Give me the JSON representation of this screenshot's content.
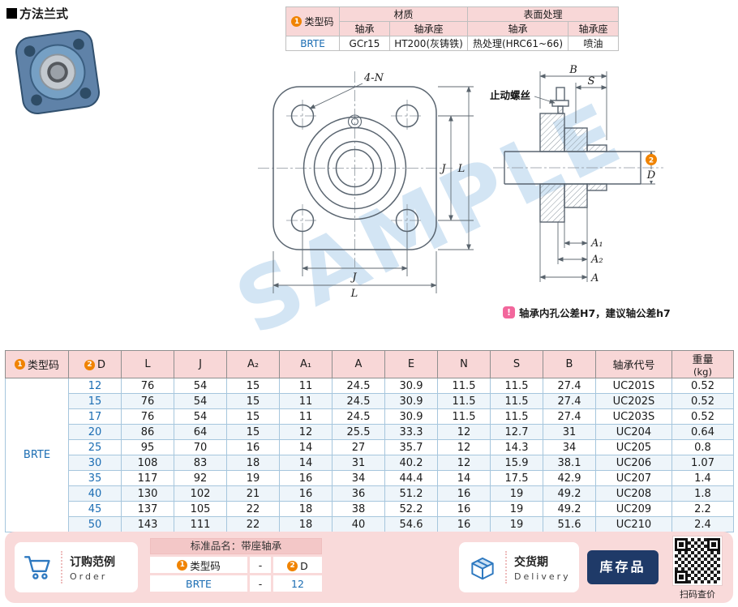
{
  "header": {
    "title": "方法兰式"
  },
  "spec_table": {
    "badge1": "1",
    "type_code_label": "类型码",
    "material_label": "材质",
    "surface_label": "表面处理",
    "material_bearing_label": "轴承",
    "material_housing_label": "轴承座",
    "surface_bearing_label": "轴承",
    "surface_housing_label": "轴承座",
    "type_code": "BRTE",
    "bearing_material": "GCr15",
    "housing_material": "HT200(灰铸铁)",
    "bearing_surface": "热处理(HRC61~66)",
    "housing_surface": "喷油"
  },
  "drawing": {
    "front": {
      "holes_label": "4-N",
      "j_label": "J",
      "l_label": "L",
      "j_bottom_label": "J",
      "l_bottom_label": "L"
    },
    "side": {
      "set_screw_label": "止动螺丝",
      "b_label": "B",
      "s_label": "S",
      "d_badge": "2",
      "d_label": "D",
      "a1_label": "A₁",
      "a2_label": "A₂",
      "a_label": "A"
    },
    "note": "轴承内孔公差H7，建议轴公差h7",
    "watermark": "SAMPLE"
  },
  "size_table": {
    "badge1": "1",
    "badge2": "2",
    "headers": {
      "type_code": "类型码",
      "d": "D",
      "l": "L",
      "j": "J",
      "a2": "A₂",
      "a1": "A₁",
      "a": "A",
      "e": "E",
      "n": "N",
      "s": "S",
      "b": "B",
      "bearing_code": "轴承代号",
      "weight": "重量",
      "weight_unit": "(kg)"
    },
    "type_code": "BRTE",
    "rows": [
      [
        "12",
        "76",
        "54",
        "15",
        "11",
        "24.5",
        "30.9",
        "11.5",
        "11.5",
        "27.4",
        "UC201S",
        "0.52"
      ],
      [
        "15",
        "76",
        "54",
        "15",
        "11",
        "24.5",
        "30.9",
        "11.5",
        "11.5",
        "27.4",
        "UC202S",
        "0.52"
      ],
      [
        "17",
        "76",
        "54",
        "15",
        "11",
        "24.5",
        "30.9",
        "11.5",
        "11.5",
        "27.4",
        "UC203S",
        "0.52"
      ],
      [
        "20",
        "86",
        "64",
        "15",
        "12",
        "25.5",
        "33.3",
        "12",
        "12.7",
        "31",
        "UC204",
        "0.64"
      ],
      [
        "25",
        "95",
        "70",
        "16",
        "14",
        "27",
        "35.7",
        "12",
        "14.3",
        "34",
        "UC205",
        "0.8"
      ],
      [
        "30",
        "108",
        "83",
        "18",
        "14",
        "31",
        "40.2",
        "12",
        "15.9",
        "38.1",
        "UC206",
        "1.07"
      ],
      [
        "35",
        "117",
        "92",
        "19",
        "16",
        "34",
        "44.4",
        "14",
        "17.5",
        "42.9",
        "UC207",
        "1.4"
      ],
      [
        "40",
        "130",
        "102",
        "21",
        "16",
        "36",
        "51.2",
        "16",
        "19",
        "49.2",
        "UC208",
        "1.8"
      ],
      [
        "45",
        "137",
        "105",
        "22",
        "18",
        "38",
        "52.2",
        "16",
        "19",
        "49.2",
        "UC209",
        "2.2"
      ],
      [
        "50",
        "143",
        "111",
        "22",
        "18",
        "40",
        "54.6",
        "16",
        "19",
        "51.6",
        "UC210",
        "2.4"
      ]
    ]
  },
  "footer": {
    "order_cn": "订购范例",
    "order_en": "Order",
    "standard_name": "标准品名：带座轴承",
    "order_badge1": "1",
    "order_type_label": "类型码",
    "order_dash": "-",
    "order_badge2": "2",
    "order_d_label": "D",
    "order_type_value": "BRTE",
    "order_dash2": "-",
    "order_d_value": "12",
    "delivery_cn": "交货期",
    "delivery_en": "Delivery",
    "stock_label": "库存品",
    "qr_label": "扫码查价"
  }
}
